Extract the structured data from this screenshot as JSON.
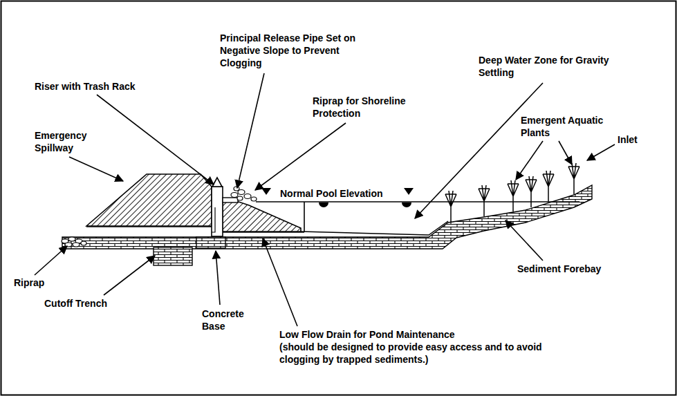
{
  "diagram": {
    "labels": [
      "Principal Release Pipe Set on Negative Slope to Prevent Clogging",
      "Riser with Trash Rack",
      "Deep Water Zone for Gravity Settling",
      "Riprap for Shoreline Protection",
      "Emergency Spillway",
      "Emergent Aquatic Plants",
      "Inlet",
      "Normal Pool Elevation",
      "Riprap",
      "Sediment Forebay",
      "Cutoff Trench",
      "Concrete Base",
      "Low Flow Drain for Pond Maintenance",
      "(should be designed to provide easy access and to avoid clogging by trapped sediments.)"
    ]
  }
}
